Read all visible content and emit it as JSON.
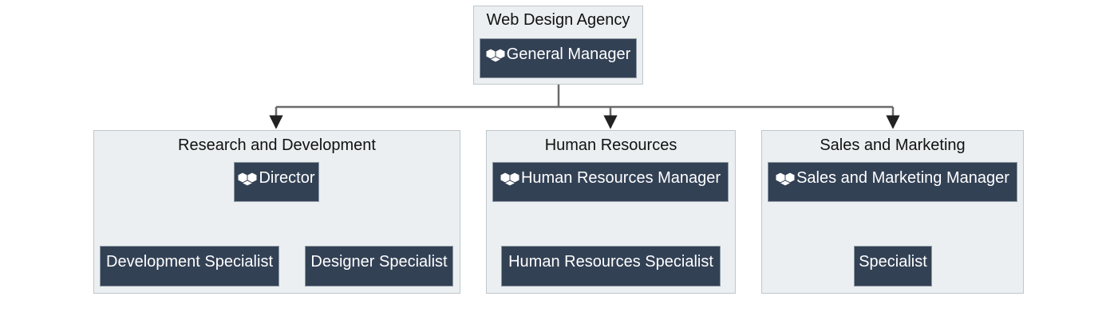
{
  "diagram": {
    "root": {
      "title": "Web Design Agency",
      "node": {
        "label": "General Manager",
        "icon": "cubes-icon"
      }
    },
    "departments": [
      {
        "title": "Research and Development",
        "manager": {
          "label": "Director",
          "icon": "cubes-icon"
        },
        "specialists": [
          "Development Specialist",
          "Designer Specialist"
        ]
      },
      {
        "title": "Human Resources",
        "manager": {
          "label": "Human Resources Manager",
          "icon": "cubes-icon"
        },
        "specialists": [
          "Human Resources Specialist"
        ]
      },
      {
        "title": "Sales and Marketing",
        "manager": {
          "label": "Sales and Marketing Manager",
          "icon": "cubes-icon"
        },
        "specialists": [
          "Specialist"
        ]
      }
    ],
    "colors": {
      "node_fill": "#334155",
      "group_fill": "#ebeff1",
      "edge": "#6b6b6b"
    }
  }
}
